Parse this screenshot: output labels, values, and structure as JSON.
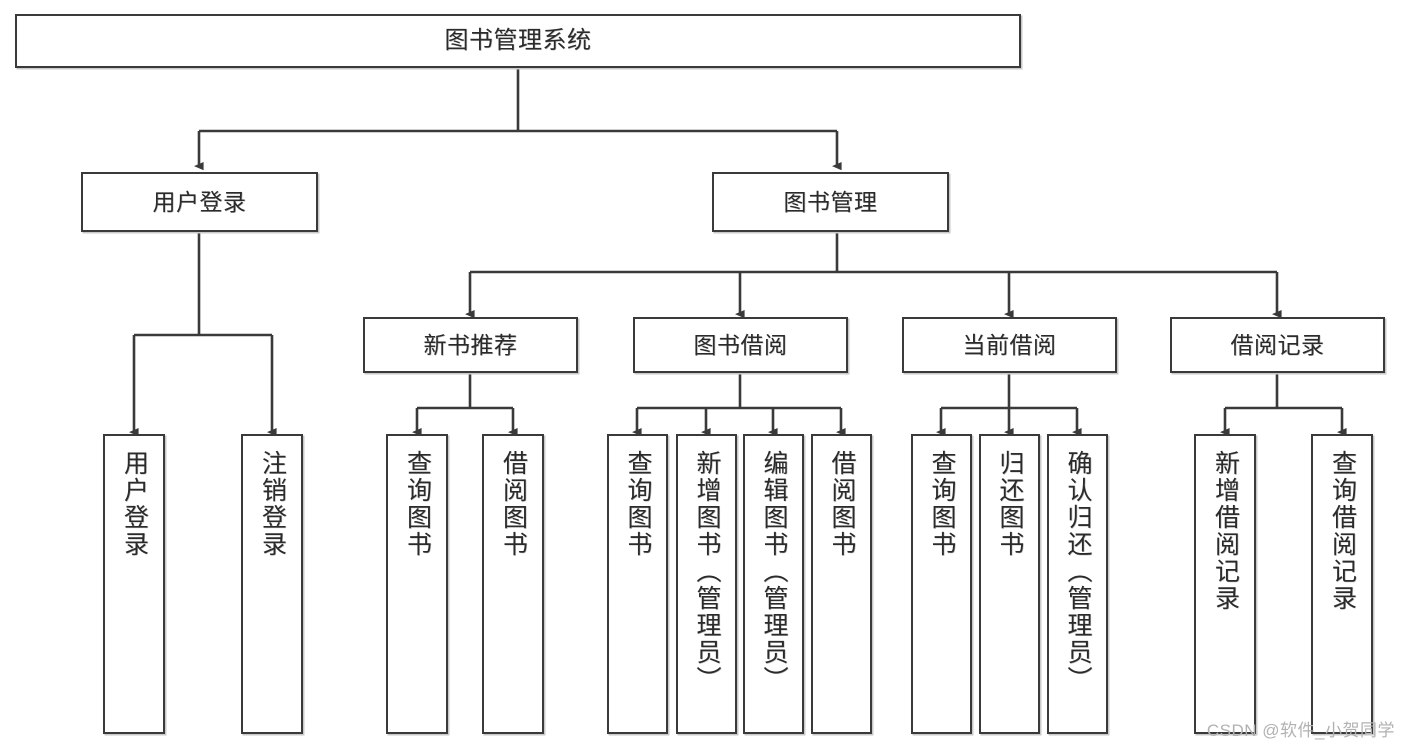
{
  "diagram": {
    "title": "图书管理系统",
    "watermark": "CSDN @软件_小贺同学",
    "colors": {
      "stroke": "#3a3a3a",
      "text": "#2b2b2b",
      "background": "#ffffff",
      "shadow": "#c9c9c9",
      "watermark": "#b2b2b2"
    },
    "levels": {
      "root": "图书管理系统",
      "level2": [
        "用户登录",
        "图书管理"
      ],
      "level3": [
        "新书推荐",
        "图书借阅",
        "当前借阅",
        "借阅记录"
      ]
    },
    "nodes": {
      "root": "图书管理系统",
      "user_login": "用户登录",
      "book_manage": "图书管理",
      "new_book_rec": "新书推荐",
      "book_borrow": "图书借阅",
      "current_borrow": "当前借阅",
      "borrow_record": "借阅记录",
      "leaf_user_login": "用户登录",
      "leaf_user_logout": "注销登录",
      "leaf_query_book_a": "查询图书",
      "leaf_borrow_book_a": "借阅图书",
      "leaf_query_book_b": "查询图书",
      "leaf_add_book": "新增图书（管理员）",
      "leaf_edit_book": "编辑图书（管理员）",
      "leaf_borrow_book_b": "借阅图书",
      "leaf_query_book_c": "查询图书",
      "leaf_return_book": "归还图书",
      "leaf_confirm_return": "确认归还（管理员）",
      "leaf_add_record": "新增借阅记录",
      "leaf_query_record": "查询借阅记录"
    },
    "edges": [
      {
        "from": "图书管理系统",
        "to": "用户登录"
      },
      {
        "from": "图书管理系统",
        "to": "图书管理"
      },
      {
        "from": "用户登录",
        "to": "用户登录"
      },
      {
        "from": "用户登录",
        "to": "注销登录"
      },
      {
        "from": "图书管理",
        "to": "新书推荐"
      },
      {
        "from": "图书管理",
        "to": "图书借阅"
      },
      {
        "from": "图书管理",
        "to": "当前借阅"
      },
      {
        "from": "图书管理",
        "to": "借阅记录"
      },
      {
        "from": "新书推荐",
        "to": "查询图书"
      },
      {
        "from": "新书推荐",
        "to": "借阅图书"
      },
      {
        "from": "图书借阅",
        "to": "查询图书"
      },
      {
        "from": "图书借阅",
        "to": "新增图书（管理员）"
      },
      {
        "from": "图书借阅",
        "to": "编辑图书（管理员）"
      },
      {
        "from": "图书借阅",
        "to": "借阅图书"
      },
      {
        "from": "当前借阅",
        "to": "查询图书"
      },
      {
        "from": "当前借阅",
        "to": "归还图书"
      },
      {
        "from": "当前借阅",
        "to": "确认归还（管理员）"
      },
      {
        "from": "借阅记录",
        "to": "新增借阅记录"
      },
      {
        "from": "借阅记录",
        "to": "查询借阅记录"
      }
    ]
  }
}
